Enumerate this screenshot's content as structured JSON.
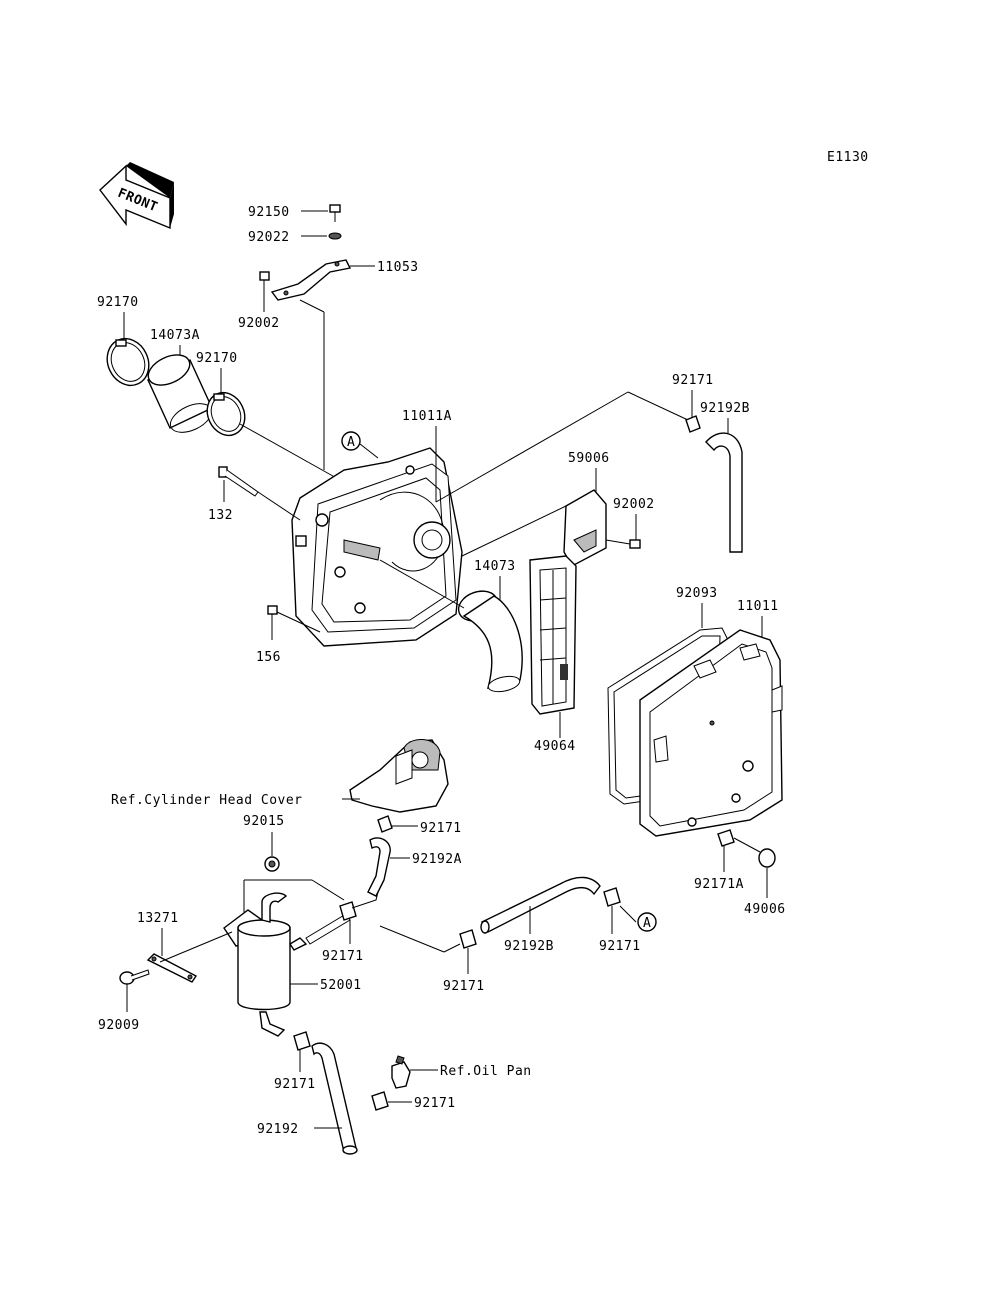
{
  "diagram_code": "E1130",
  "front_label": "FRONT",
  "ref_marker": "A",
  "labels": {
    "p92150": "92150",
    "p92022": "92022",
    "p11053": "11053",
    "p92002_top": "92002",
    "p92170_left": "92170",
    "p14073A": "14073A",
    "p92170_right": "92170",
    "p11011A": "11011A",
    "p132": "132",
    "p156": "156",
    "p92171_top": "92171",
    "p92192B_top": "92192B",
    "p59006": "59006",
    "p92002_mid": "92002",
    "p14073": "14073",
    "p92093": "92093",
    "p11011": "11011",
    "p49064": "49064",
    "ref_cylinder_head_cover": "Ref.Cylinder Head Cover",
    "p92171_a": "92171",
    "p92015": "92015",
    "p92192A": "92192A",
    "p13271": "13271",
    "p92171_b": "92171",
    "p92192B_bottom": "92192B",
    "p92171_c": "92171",
    "p92171_d": "92171",
    "p92171A": "92171A",
    "p49006": "49006",
    "p92009": "92009",
    "p52001": "52001",
    "p92171_e": "92171",
    "ref_oil_pan": "Ref.Oil Pan",
    "p92171_f": "92171",
    "p92192": "92192"
  }
}
